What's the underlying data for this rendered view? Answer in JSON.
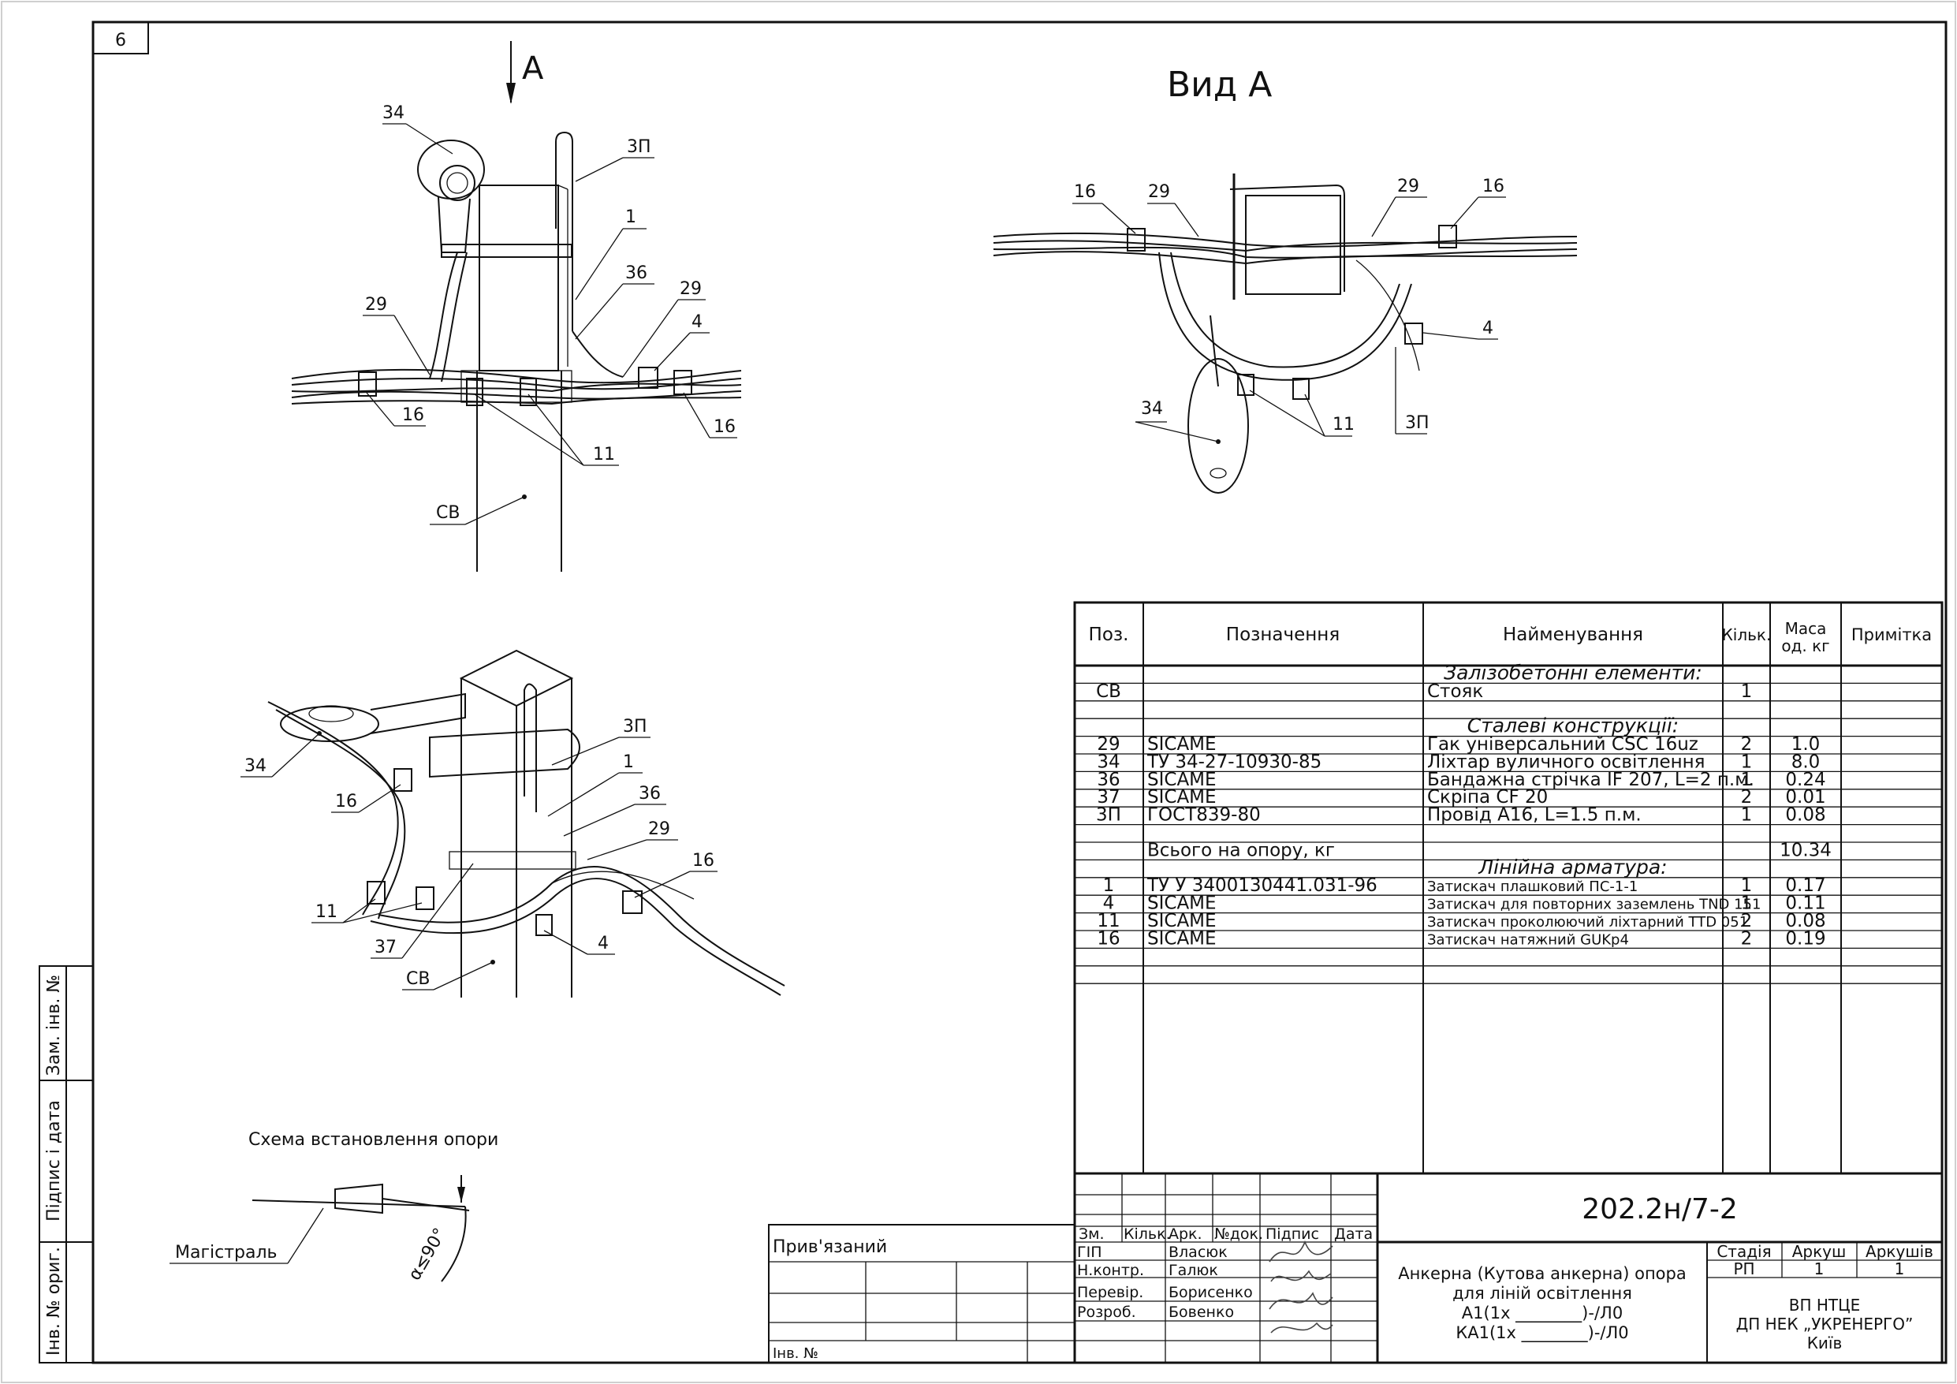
{
  "sheet_number": "6",
  "view_arrow_label": "A",
  "view_title": "Вид А",
  "callouts": {
    "front": [
      "34",
      "3П",
      "1",
      "36",
      "29",
      "29",
      "4",
      "16",
      "16",
      "11",
      "СВ"
    ],
    "top": [
      "16",
      "29",
      "29",
      "16",
      "4",
      "3П",
      "34",
      "11"
    ],
    "iso": [
      "3П",
      "1",
      "36",
      "29",
      "16",
      "34",
      "16",
      "11",
      "37",
      "СВ",
      "4"
    ]
  },
  "scheme": {
    "title": "Схема встановлення опори",
    "line_label": "Магістраль",
    "angle_label": "α≤90°"
  },
  "spec_table": {
    "headers": [
      "Поз.",
      "Позначення",
      "Найменування",
      "Кільк.",
      "Маса од. кг",
      "Примітка"
    ],
    "rows": [
      {
        "pos": "",
        "code": "",
        "name": "Залізобетонні елементи:",
        "qty": "",
        "mass": "",
        "section": true
      },
      {
        "pos": "СВ",
        "code": "",
        "name": "Стояк",
        "qty": "1",
        "mass": ""
      },
      {
        "pos": "",
        "code": "",
        "name": "",
        "qty": "",
        "mass": ""
      },
      {
        "pos": "",
        "code": "",
        "name": "Сталеві конструкції:",
        "qty": "",
        "mass": "",
        "section": true
      },
      {
        "pos": "29",
        "code": "SICAME",
        "name": "Гак універсальний CSC 16uz",
        "qty": "2",
        "mass": "1.0"
      },
      {
        "pos": "34",
        "code": "ТУ 34-27-10930-85",
        "name": "Ліхтар вуличного освітлення",
        "qty": "1",
        "mass": "8.0"
      },
      {
        "pos": "36",
        "code": "SICAME",
        "name": "Бандажна стрічка IF 207, L=2 п.м.",
        "qty": "1",
        "mass": "0.24"
      },
      {
        "pos": "37",
        "code": "SICAME",
        "name": "Скріпа CF 20",
        "qty": "2",
        "mass": "0.01"
      },
      {
        "pos": "3П",
        "code": "ГОСТ839-80",
        "name": "Провід А16, L=1.5 п.м.",
        "qty": "1",
        "mass": "0.08"
      },
      {
        "pos": "",
        "code": "",
        "name": "",
        "qty": "",
        "mass": ""
      },
      {
        "pos": "",
        "code": "Всього на опору, кг",
        "name": "",
        "qty": "",
        "mass": "10.34"
      },
      {
        "pos": "",
        "code": "",
        "name": "Лінійна арматура:",
        "qty": "",
        "mass": "",
        "section": true
      },
      {
        "pos": "1",
        "code": "ТУ У 3400130441.031-96",
        "name": "Затискач плашковий ПС-1-1",
        "qty": "1",
        "mass": "0.17",
        "small": true
      },
      {
        "pos": "4",
        "code": "SICAME",
        "name": "Затискач для повторних заземлень TND 151",
        "qty": "1",
        "mass": "0.11",
        "small": true
      },
      {
        "pos": "11",
        "code": "SICAME",
        "name": "Затискач проколюючий ліхтарний TTD 051",
        "qty": "2",
        "mass": "0.08",
        "small": true
      },
      {
        "pos": "16",
        "code": "SICAME",
        "name": "Затискач натяжний GUKp4",
        "qty": "2",
        "mass": "0.19",
        "small": true
      },
      {
        "pos": "",
        "code": "",
        "name": "",
        "qty": "",
        "mass": ""
      },
      {
        "pos": "",
        "code": "",
        "name": "",
        "qty": "",
        "mass": ""
      }
    ]
  },
  "title_block": {
    "doc_code": "202.2н/7-2",
    "change_headers": [
      "Зм.",
      "Кільк.",
      "Арк.",
      "№док.",
      "Підпис",
      "Дата"
    ],
    "roles": [
      {
        "role": "ГІП",
        "name": "Власюк"
      },
      {
        "role": "Н.контр.",
        "name": "Галюк"
      },
      {
        "role": "Перевір.",
        "name": "Борисенко"
      },
      {
        "role": "Розроб.",
        "name": "Бовенко"
      }
    ],
    "description": [
      "Анкерна (Кутова анкерна) опора",
      "для ліній освітлення",
      "А1(1х ________)-/Л0",
      "КА1(1х ________)-/Л0"
    ],
    "stage_headers": [
      "Стадія",
      "Аркуш",
      "Аркушів"
    ],
    "stage_values": [
      "РП",
      "1",
      "1"
    ],
    "org": [
      "ВП НТЦЕ",
      "ДП НЕК „УКРЕНЕРГО”",
      "Київ"
    ],
    "linked_label": "Прив'язаний",
    "inv_label": "Інв. №"
  },
  "side_stamps": [
    "Зам. інв. №",
    "Підпис і дата",
    "Інв. № ориг."
  ]
}
